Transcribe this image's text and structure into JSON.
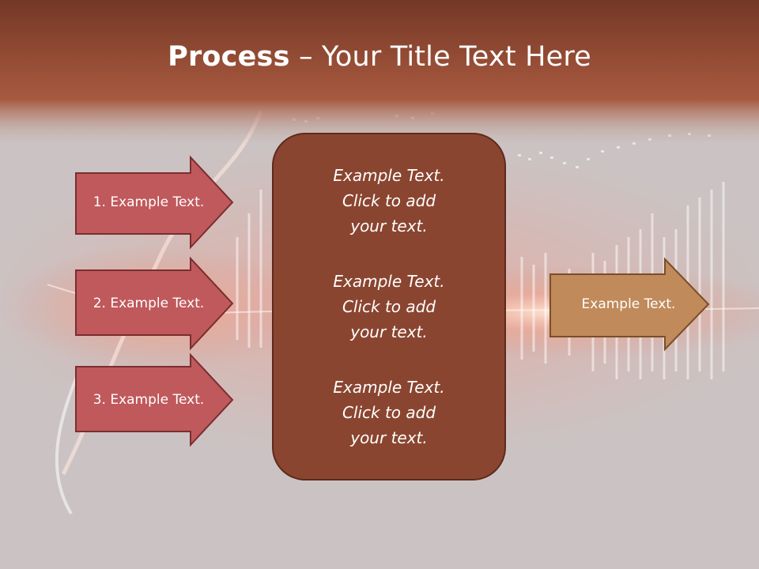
{
  "title": {
    "bold": "Process",
    "rest": " – Your Title Text Here"
  },
  "left_steps": [
    {
      "label": "1. Example Text."
    },
    {
      "label": "2. Example Text."
    },
    {
      "label": "3. Example Text."
    }
  ],
  "center_box": {
    "paragraphs": [
      "Example Text.\nClick  to add\nyour text.",
      "Example Text.\nClick  to add\nyour text.",
      "Example Text.\nClick  to add\nyour text."
    ]
  },
  "output_arrow": {
    "label": "Example Text."
  },
  "colors": {
    "header": "#8b4532",
    "left_arrow_fill": "#c0595c",
    "left_arrow_border": "#7a2e30",
    "center_box_fill": "#8a4530",
    "output_arrow_fill": "#c08a5a",
    "output_arrow_border": "#7a4e2a"
  }
}
